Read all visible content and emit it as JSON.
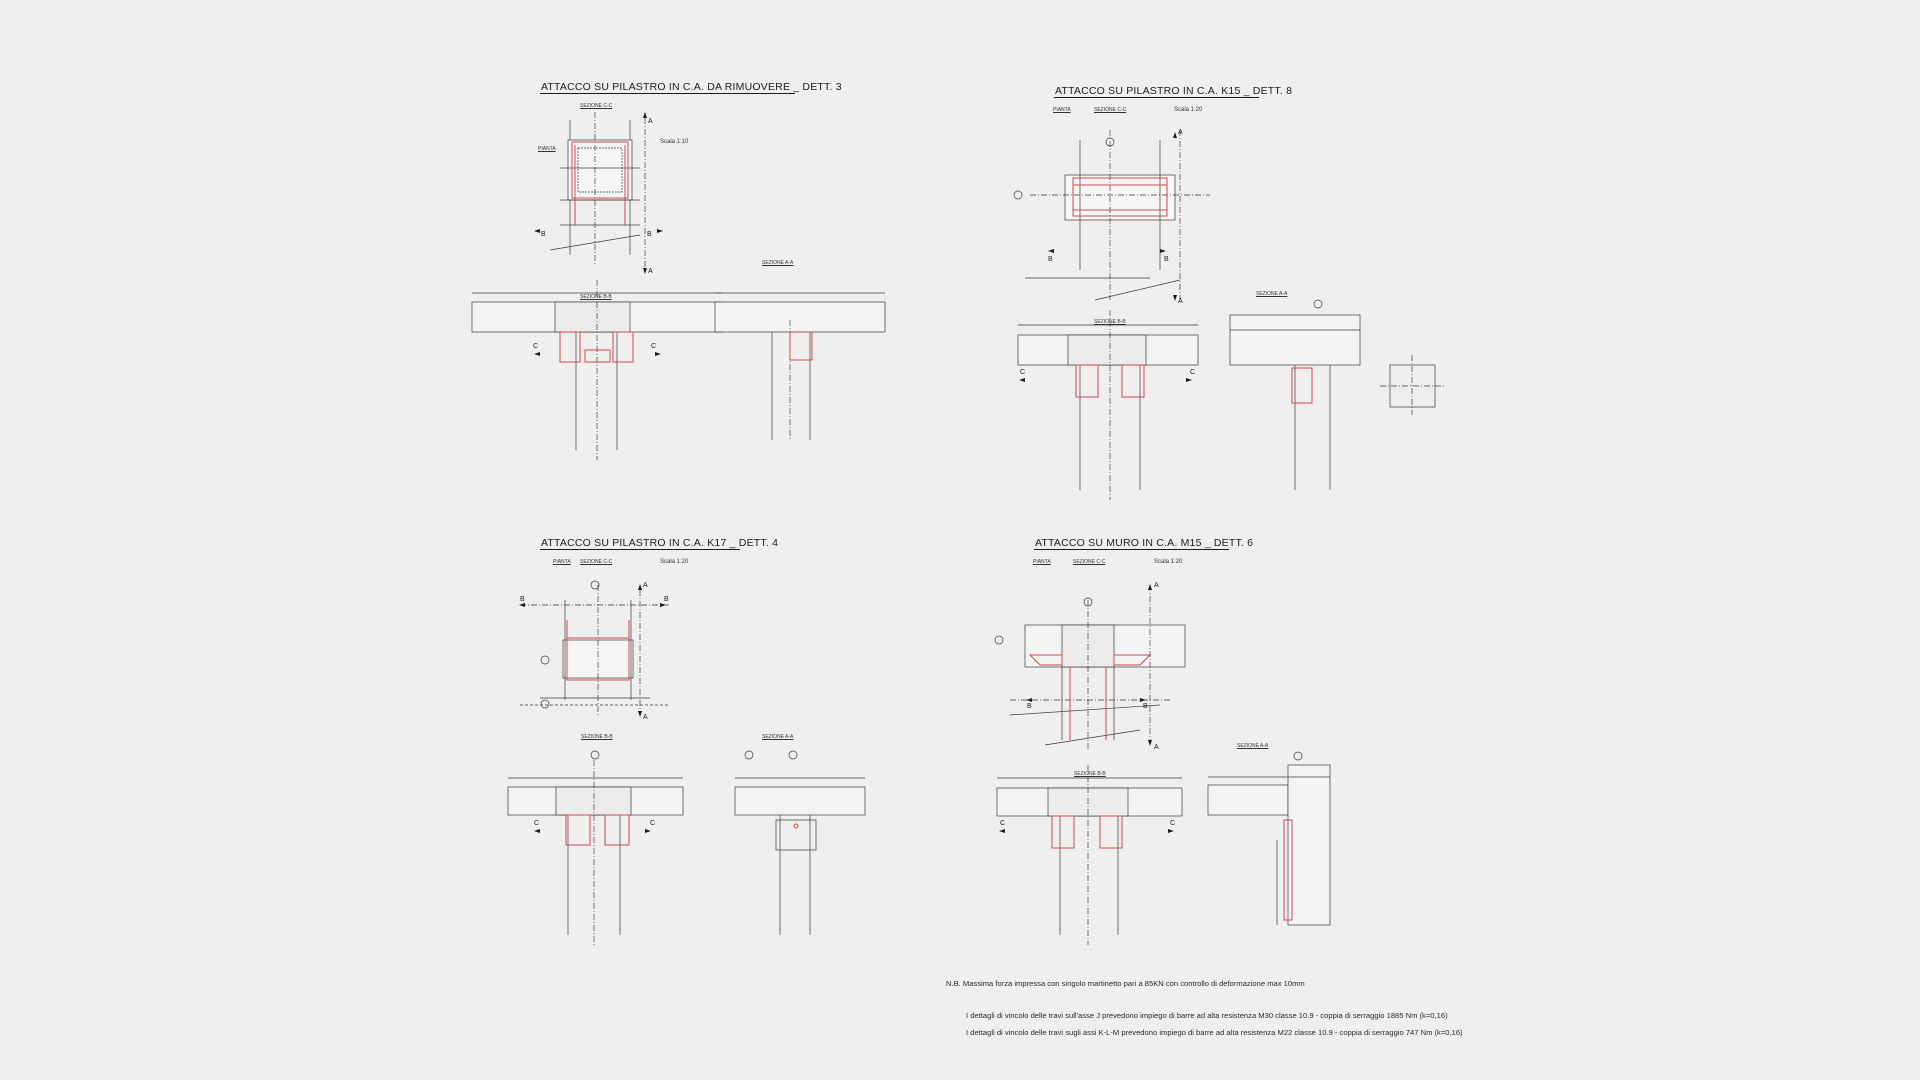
{
  "details": [
    {
      "title": "ATTACCO SU PILASTRO IN C.A. DA RIMUOVERE _  DETT. 3",
      "views": [
        "SEZIONE C-C",
        "PIANTA",
        "SEZIONE B-B",
        "SEZIONE A-A"
      ],
      "scale": "Scala 1:10"
    },
    {
      "title": "ATTACCO SU PILASTRO IN C.A. K15 _  DETT. 8",
      "views": [
        "PIANTA",
        "SEZIONE C-C",
        "SEZIONE B-B",
        "SEZIONE A-A"
      ],
      "scale": "Scala 1:20"
    },
    {
      "title": "ATTACCO SU PILASTRO IN C.A. K17 _  DETT. 4",
      "views": [
        "PIANTA",
        "SEZIONE C-C",
        "SEZIONE B-B",
        "SEZIONE A-A"
      ],
      "scale": "Scala 1:20"
    },
    {
      "title": "ATTACCO SU MURO IN C.A. M15 _  DETT. 6",
      "views": [
        "PIANTA",
        "SEZIONE C-C",
        "SEZIONE B-B",
        "SEZIONE A-A"
      ],
      "scale": "Scala 1:20"
    }
  ],
  "section_marks": [
    "A",
    "B",
    "C"
  ],
  "notes": [
    "N.B.  Massima forza impressa con singolo martinetto pari a 85KN con controllo di deformazione max 10mm",
    "I dettagli di vincolo delle travi sull'asse J prevedono impiego di barre ad alta resistenza M30 classe 10.9  - coppia di serraggio 1885 Nm (k=0,16)",
    "I dettagli di vincolo delle travi sugli assi K-L-M prevedono impiego di barre ad alta resistenza M22 classe 10.9  - coppia di serraggio 747 Nm (k=0,16)"
  ],
  "colors": {
    "background": "#efefef",
    "line": "#3a3a3a",
    "steel": "#d04a4a"
  }
}
